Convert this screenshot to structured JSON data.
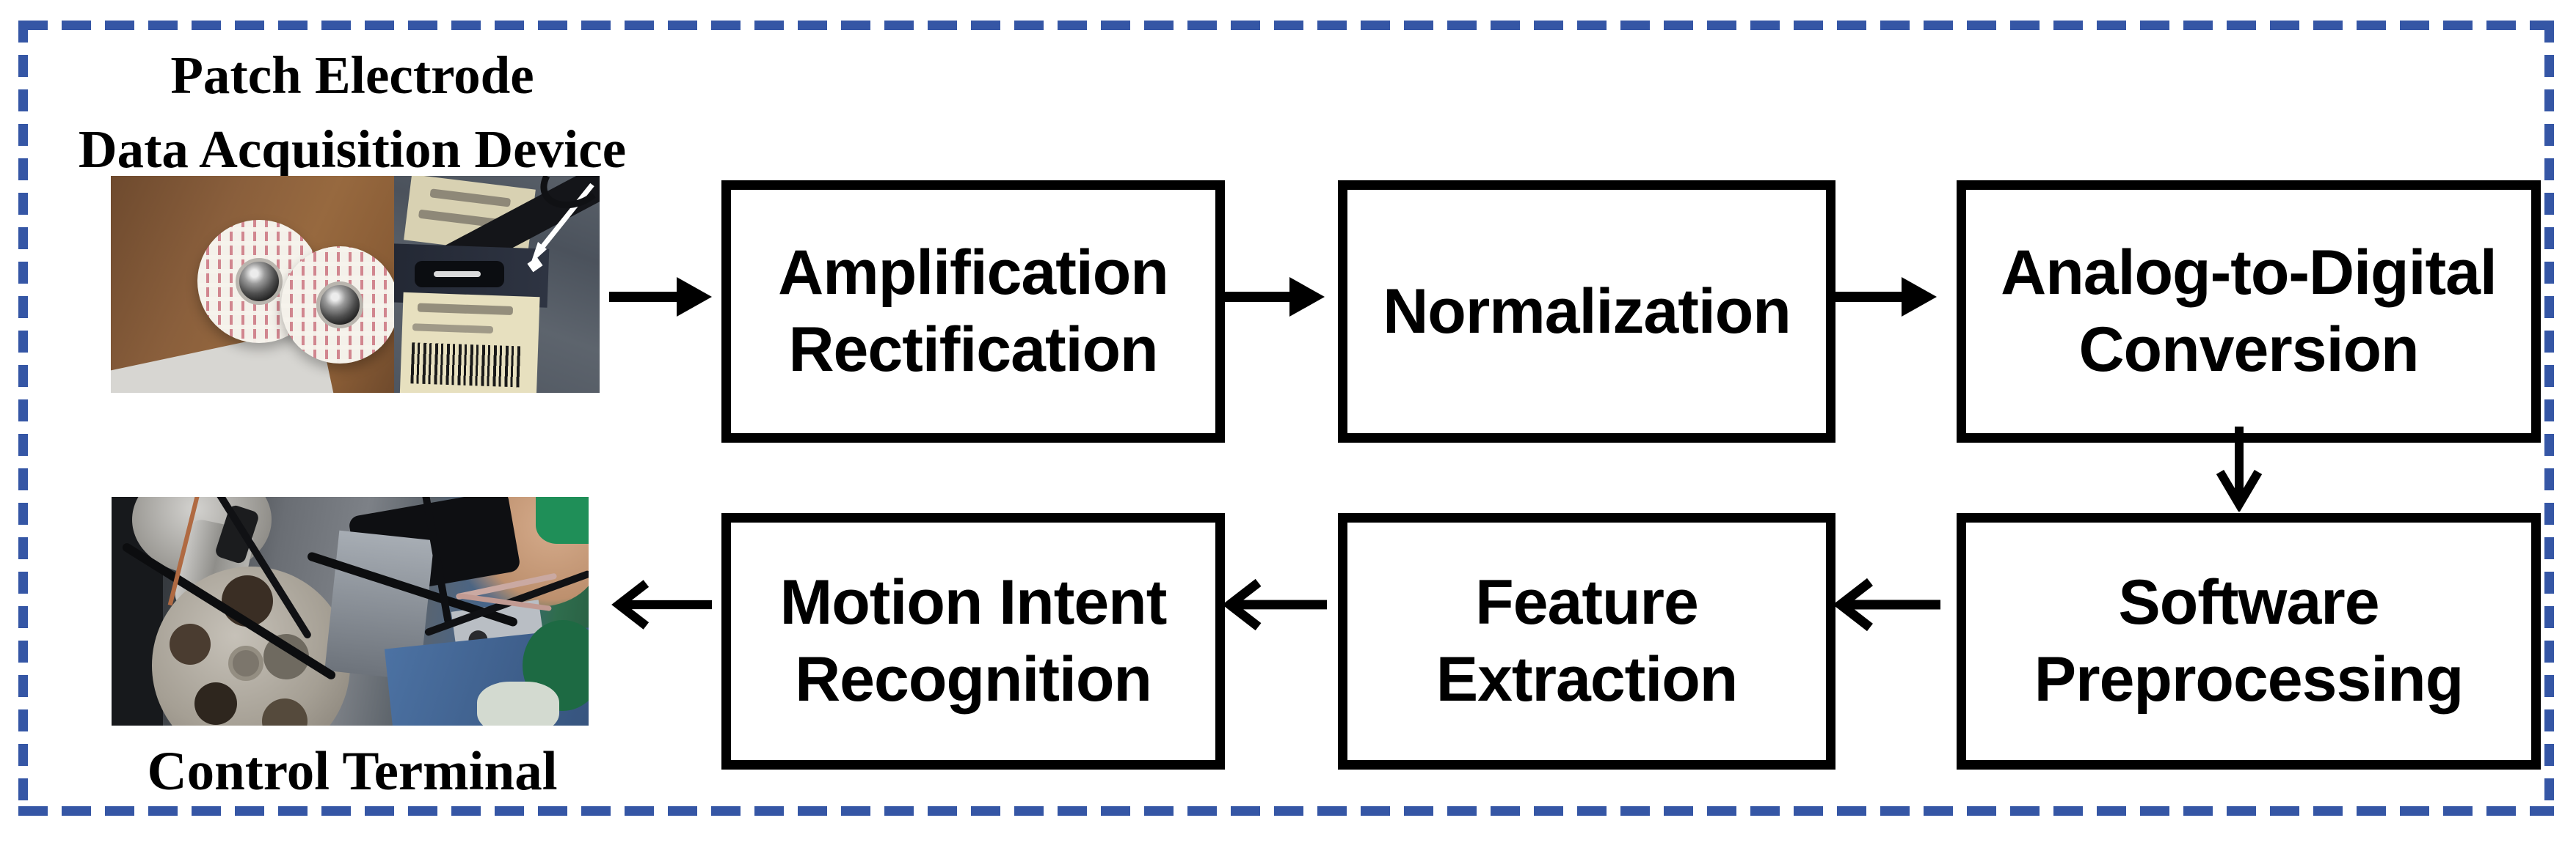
{
  "diagram": {
    "colors": {
      "accent_blue": "#3556a5",
      "box_border": "#000000",
      "text_black": "#000000",
      "background": "#ffffff"
    },
    "source_label": {
      "line1": "Patch Electrode",
      "line2": "Data Acquisition Device"
    },
    "sink_label": "Control Terminal",
    "boxes": [
      {
        "id": "amplification-rectification",
        "label": "Amplification\nRectification"
      },
      {
        "id": "normalization",
        "label": "Normalization"
      },
      {
        "id": "analog-to-digital",
        "label": "Analog-to-Digital\nConversion"
      },
      {
        "id": "software-preprocessing",
        "label": "Software\nPreprocessing"
      },
      {
        "id": "feature-extraction",
        "label": "Feature\nExtraction"
      },
      {
        "id": "motion-intent-recognition",
        "label": "Motion Intent\nRecognition"
      }
    ],
    "icons": [
      "arrow-right-icon",
      "arrow-down-icon",
      "arrow-left-icon"
    ]
  }
}
